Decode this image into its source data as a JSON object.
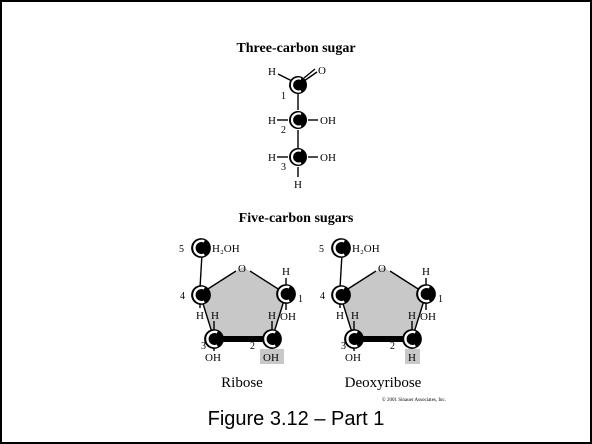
{
  "three_carbon": {
    "title": "Three-carbon sugar",
    "atoms": {
      "h_top": "H",
      "o_top": "O",
      "c1": "1",
      "c2": "2",
      "c3": "3",
      "h2": "H",
      "oh2": "OH",
      "h3": "H",
      "oh3": "OH",
      "h_bottom": "H"
    }
  },
  "five_carbon": {
    "title": "Five-carbon sugars",
    "ribose": {
      "name": "Ribose",
      "c5": "5",
      "h2oh": "H₂OH",
      "o": "O",
      "c4": "4",
      "c1": "1",
      "c3": "3",
      "c2": "2",
      "h4": "H",
      "h1": "H",
      "h3": "H",
      "h2": "H",
      "oh1": "OH",
      "oh3": "OH",
      "oh2": "OH"
    },
    "deoxyribose": {
      "name": "Deoxyribose",
      "c5": "5",
      "h2oh": "H₂OH",
      "o": "O",
      "c4": "4",
      "c1": "1",
      "c3": "3",
      "c2": "2",
      "h4": "H",
      "h1": "H",
      "h3": "H",
      "h2": "H",
      "oh1": "OH",
      "oh3": "OH",
      "h2_highlight": "H"
    }
  },
  "copyright": "© 2001 Sinauer Associates, Inc.",
  "caption": "Figure 3.12 – Part 1",
  "colors": {
    "ring_fill": "#c8c8c8",
    "highlight": "#c8c8c8",
    "carbon": "#000000"
  }
}
